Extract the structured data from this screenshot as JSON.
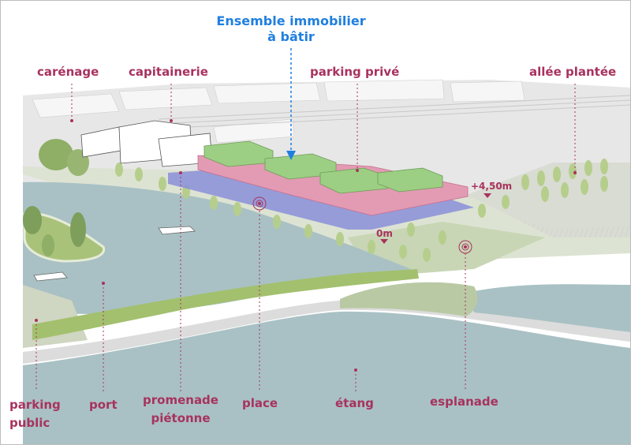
{
  "title": {
    "line1": "Ensemble immobilier",
    "line2": "à bâtir"
  },
  "labels": {
    "carenage": "carénage",
    "capitainerie": "capitainerie",
    "parking_prive": "parking privé",
    "allee_plantee": "allée plantée",
    "parking_public_1": "parking",
    "parking_public_2": "public",
    "port": "port",
    "promenade_1": "promenade",
    "promenade_2": "piétonne",
    "place": "place",
    "etang": "étang",
    "esplanade": "esplanade"
  },
  "elevations": {
    "high": "+4,50m",
    "low": "0m"
  },
  "colors": {
    "label": "#a8325e",
    "title": "#1f7fe0",
    "water": "#a9c1c4",
    "green_roof": "#9ccf83",
    "pink_block": "#e29bb3",
    "blue_parking": "#8a8fd8",
    "vegetation": "#a3c06e"
  }
}
